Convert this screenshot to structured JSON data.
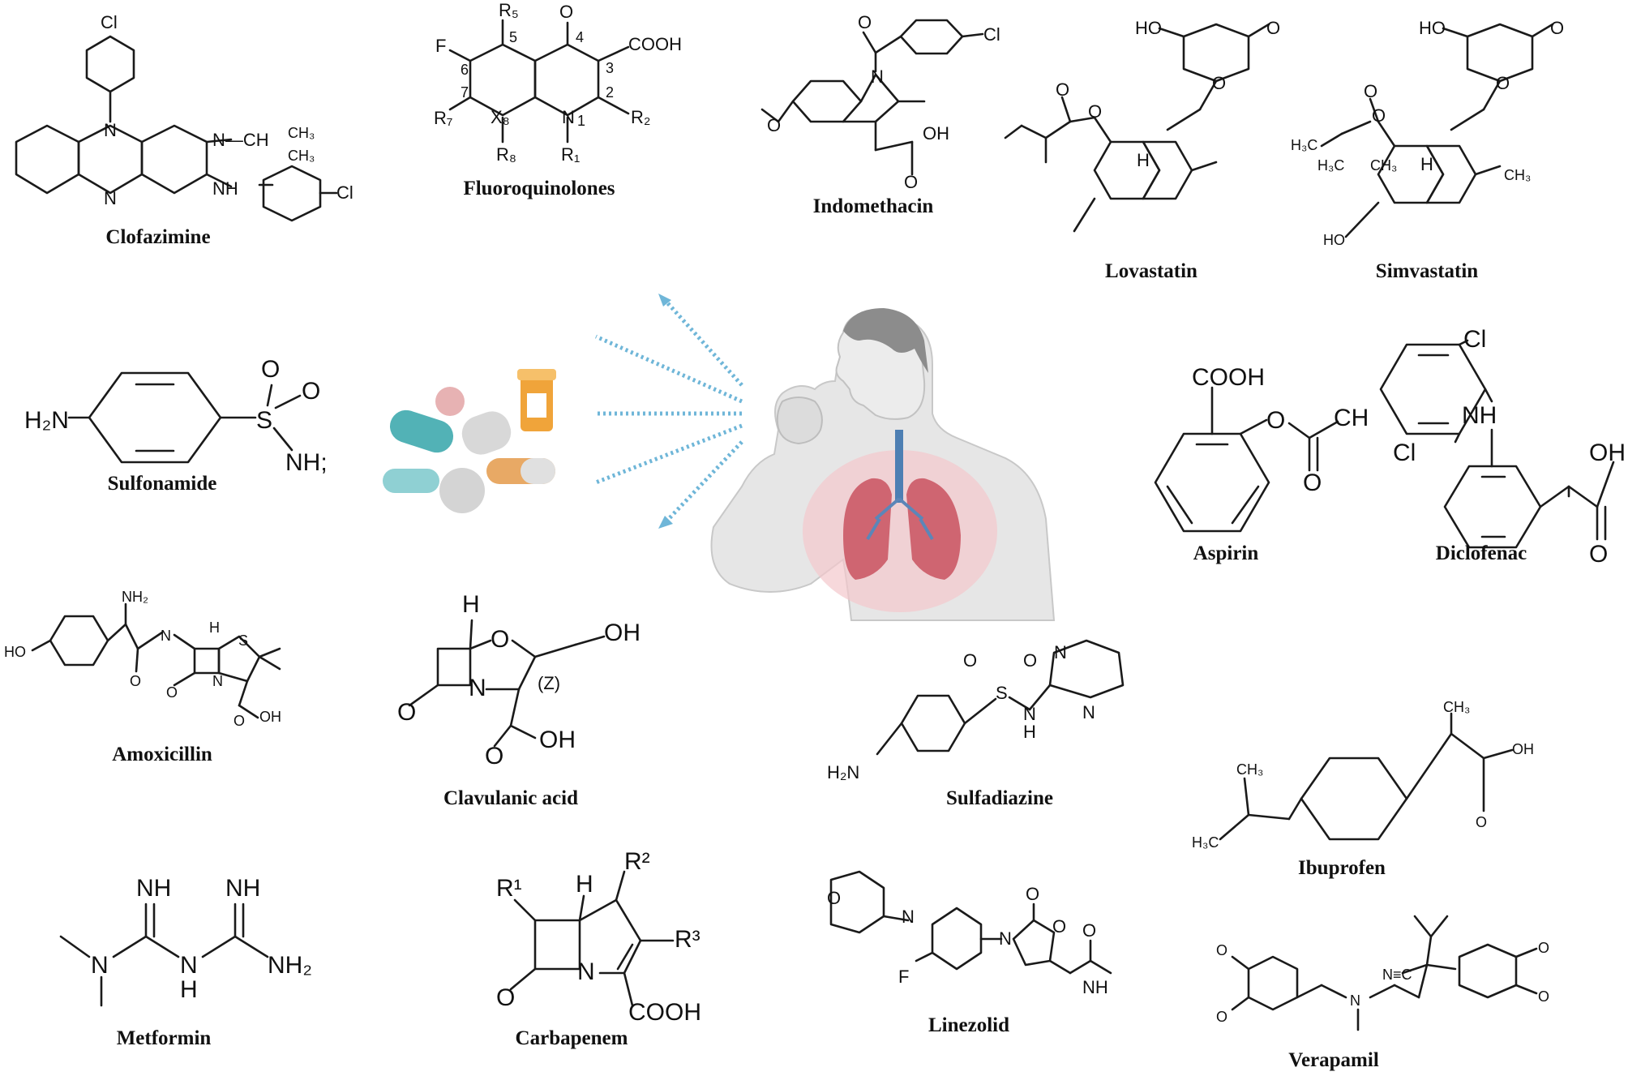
{
  "figure": {
    "center": {
      "description_icons": [
        "pill-icon",
        "capsule-icon",
        "pill-bottle-icon",
        "coughing-person-icon",
        "lungs-icon"
      ]
    },
    "drugs": [
      {
        "id": "clofazimine",
        "name": "Clofazimine"
      },
      {
        "id": "fluoroquinolones",
        "name": "Fluoroquinolones"
      },
      {
        "id": "indomethacin",
        "name": "Indomethacin"
      },
      {
        "id": "lovastatin",
        "name": "Lovastatin"
      },
      {
        "id": "simvastatin",
        "name": "Simvastatin"
      },
      {
        "id": "sulfonamide",
        "name": "Sulfonamide"
      },
      {
        "id": "aspirin",
        "name": "Aspirin"
      },
      {
        "id": "diclofenac",
        "name": "Diclofenac"
      },
      {
        "id": "amoxicillin",
        "name": "Amoxicillin"
      },
      {
        "id": "clavulanic",
        "name": "Clavulanic acid"
      },
      {
        "id": "sulfadiazine",
        "name": "Sulfadiazine"
      },
      {
        "id": "ibuprofen",
        "name": "Ibuprofen"
      },
      {
        "id": "metformin",
        "name": "Metformin"
      },
      {
        "id": "carbapenem",
        "name": "Carbapenem"
      },
      {
        "id": "linezolid",
        "name": "Linezolid"
      },
      {
        "id": "verapamil",
        "name": "Verapamil"
      }
    ],
    "atoms": {
      "cl": "Cl",
      "n": "N",
      "nh": "NH",
      "nh2": "NH₂",
      "h2n": "H₂N",
      "h": "H",
      "o": "O",
      "oh": "OH",
      "ho": "HO",
      "s": "S",
      "f": "F",
      "cooh": "COOH",
      "ch": "CH",
      "ch3": "CH₃",
      "h3c": "H₃C",
      "cn": "N≡C",
      "nh_trunc": "NH;",
      "z": "(Z)",
      "r1": "R₁",
      "r2": "R₂",
      "r5": "R₅",
      "r7": "R₇",
      "r8": "R₈",
      "x8": "X₈",
      "r1s": "R¹",
      "r2s": "R²",
      "r3s": "R³",
      "n1": "1",
      "n2": "2",
      "n3": "3",
      "n4": "4",
      "n5": "5",
      "n6": "6",
      "n7": "7",
      "ch_iso": "N—CH",
      "ch3a": "CH₃",
      "ch3b": "CH₃",
      "ho_ch2": "HO"
    }
  }
}
